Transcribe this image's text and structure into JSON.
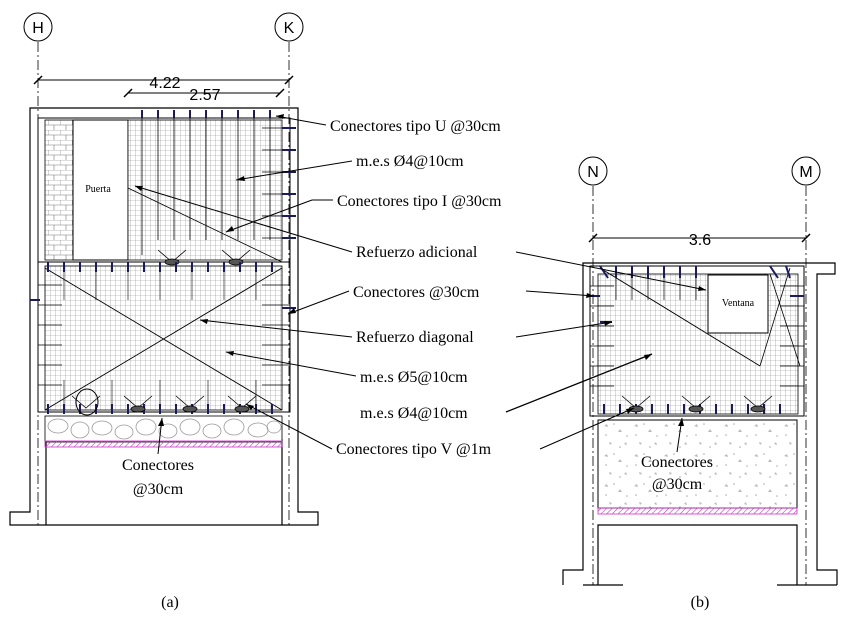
{
  "axes": {
    "H": "H",
    "K": "K",
    "N": "N",
    "M": "M"
  },
  "dimensions": {
    "left_total": "4.22",
    "left_door_zone": "2.57",
    "right_total": "3.6"
  },
  "labels": {
    "puerta": "Puerta",
    "ventana": "Ventana",
    "conectores_u": "Conectores tipo U @30cm",
    "mes_4_a": "m.e.s Ø4@10cm",
    "conectores_i": "Conectores tipo I @30cm",
    "refuerzo_adicional": "Refuerzo adicional",
    "conectores_30": "Conectores @30cm",
    "refuerzo_diagonal": "Refuerzo diagonal",
    "mes_5": "m.e.s Ø5@10cm",
    "mes_4_b": "m.e.s Ø4@10cm",
    "conectores_v": "Conectores tipo V @1m",
    "conectores_left_1": "Conectores",
    "conectores_left_2": "@30cm",
    "conectores_right_1": "Conectores",
    "conectores_right_2": "@30cm"
  },
  "captions": {
    "a": "(a)",
    "b": "(b)"
  },
  "colors": {
    "line": "#000000",
    "mesh": "#8a8a8a",
    "connector": "#1a1a5e",
    "slab_hatch": "#cc33cc",
    "stone": "#b0b0b0"
  }
}
